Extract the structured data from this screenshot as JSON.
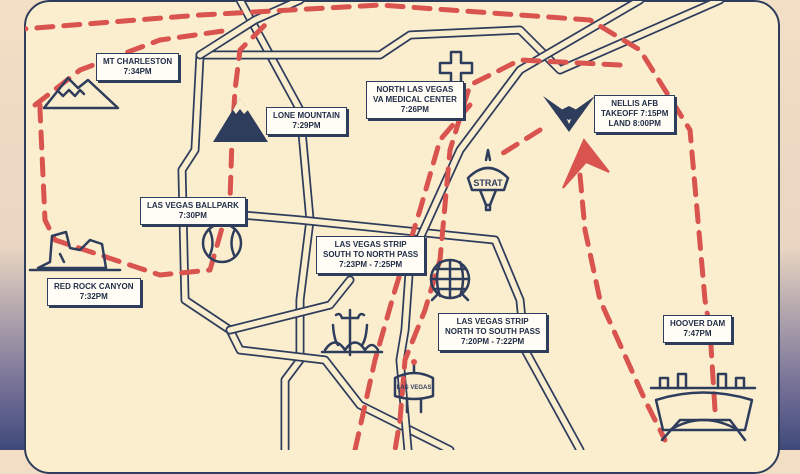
{
  "locations": {
    "mt_charleston": {
      "name": "MT CHARLESTON",
      "time": "7:34PM"
    },
    "lone_mountain": {
      "name": "LONE MOUNTAIN",
      "time": "7:29PM"
    },
    "north_lv_va": {
      "name_line1": "NORTH LAS VEGAS",
      "name_line2": "VA MEDICAL CENTER",
      "time": "7:26PM"
    },
    "nellis_afb": {
      "name": "NELLIS AFB",
      "takeoff": "TAKEOFF 7:15PM",
      "land": "LAND 8:00PM"
    },
    "lv_ballpark": {
      "name": "LAS VEGAS BALLPARK",
      "time": "7:30PM"
    },
    "strip_s_to_n": {
      "name_line1": "LAS VEGAS STRIP",
      "name_line2": "SOUTH TO NORTH PASS",
      "time": "7:23PM - 7:25PM"
    },
    "red_rock": {
      "name": "RED ROCK CANYON",
      "time": "7:32PM"
    },
    "strip_n_to_s": {
      "name_line1": "LAS VEGAS STRIP",
      "name_line2": "NORTH TO SOUTH PASS",
      "time": "7:20PM - 7:22PM"
    },
    "hoover_dam": {
      "name": "HOOVER DAM",
      "time": "7:47PM"
    }
  },
  "landmarks": {
    "stratosphere_text": "STRAT",
    "welcome_sign_text": "LAS VEGAS"
  },
  "colors": {
    "background": "#fbeecf",
    "ink": "#2f3d5c",
    "route": "#d9534f",
    "label_bg": "#fffdf6"
  }
}
